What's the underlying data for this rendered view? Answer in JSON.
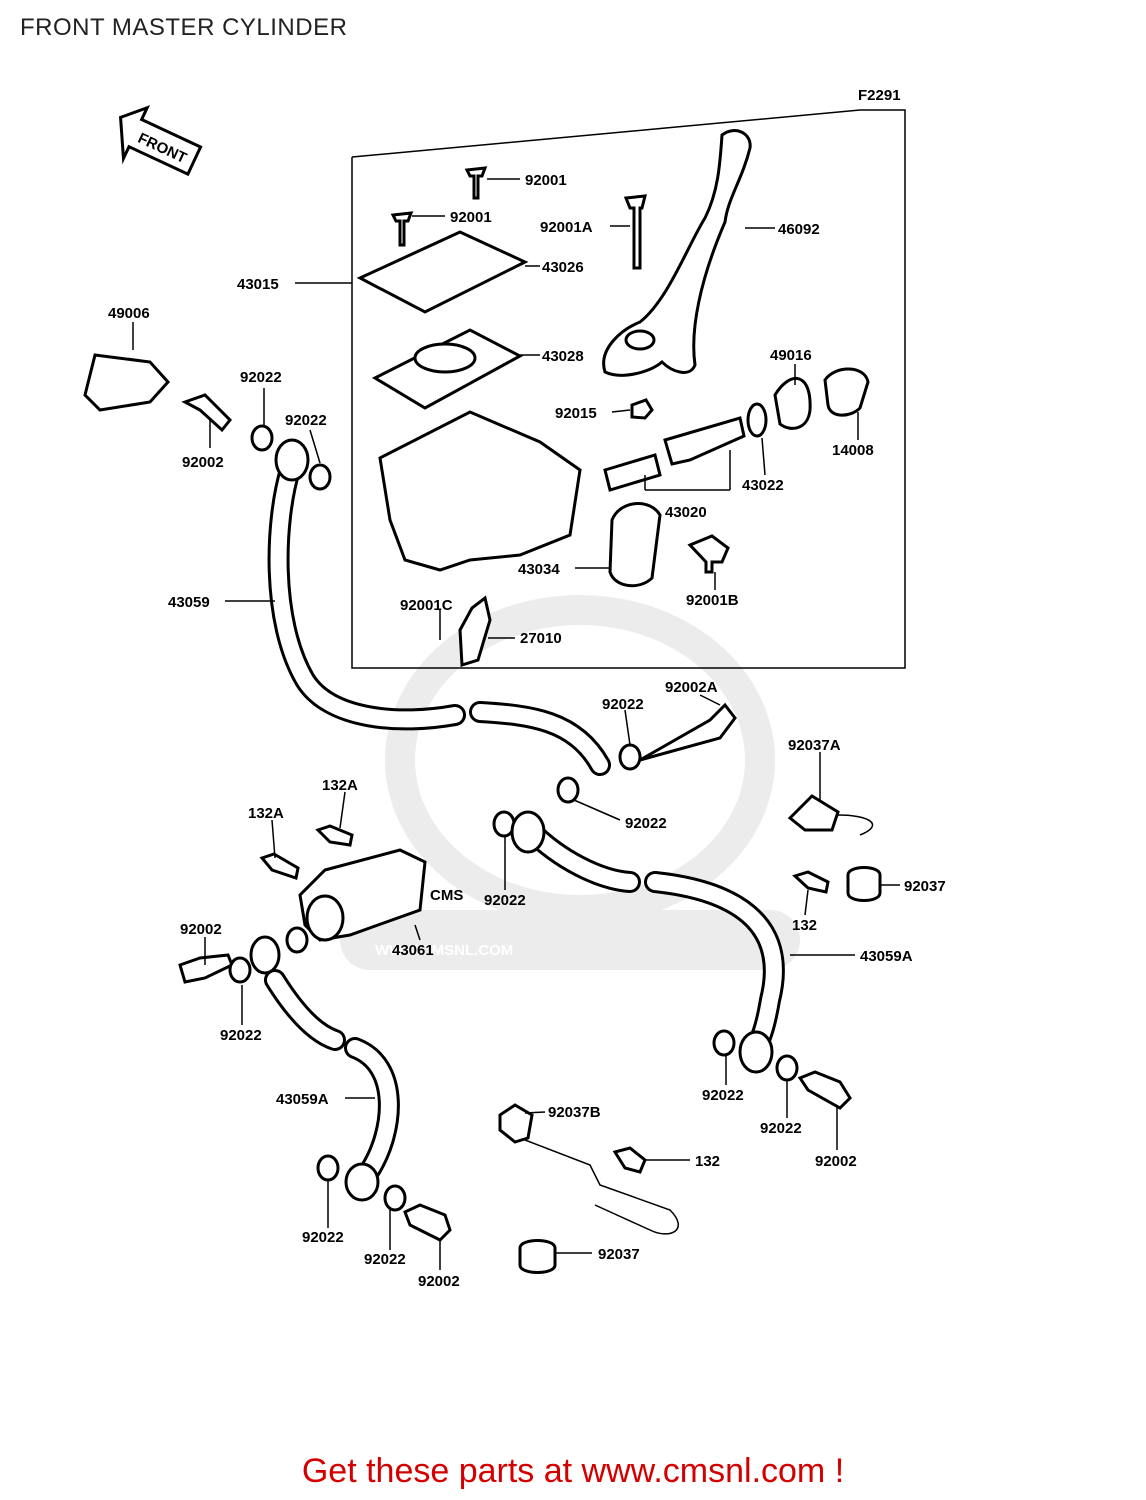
{
  "title": "FRONT MASTER CYLINDER",
  "figure_code": "F2291",
  "front_arrow_label": "FRONT",
  "watermark": {
    "brand": "CMS",
    "url": "WWW.CMSNL.COM"
  },
  "footer_text": "Get these parts at www.cmsnl.com !",
  "colors": {
    "footer": "#d40000",
    "watermark": "#e6e6e6"
  },
  "part_labels": [
    "92001",
    "92001",
    "92001A",
    "46092",
    "43015",
    "43026",
    "43028",
    "49006",
    "92022",
    "92022",
    "92002",
    "49016",
    "92015",
    "43022",
    "14008",
    "43020",
    "43034",
    "92001B",
    "43059",
    "92001C",
    "27010",
    "92002A",
    "92022",
    "92037A",
    "132A",
    "132A",
    "92022",
    "92022",
    "92037",
    "132",
    "92002",
    "43061",
    "43059A",
    "92022",
    "43059A",
    "92022",
    "92022",
    "92002",
    "92037B",
    "132",
    "92022",
    "92022",
    "92002",
    "92037"
  ]
}
